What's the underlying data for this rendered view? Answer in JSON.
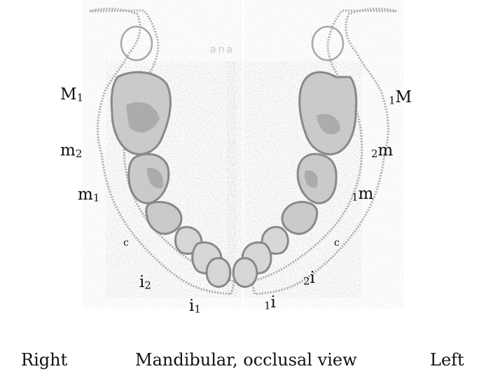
{
  "labels": {
    "right": {
      "M1": {
        "base": "M",
        "num": "1"
      },
      "m2": {
        "base": "m",
        "num": "2"
      },
      "m1": {
        "base": "m",
        "num": "1"
      },
      "c": "c",
      "i2": {
        "base": "i",
        "num": "2"
      },
      "i1": {
        "base": "i",
        "num": "1"
      }
    },
    "left": {
      "M1": {
        "base": "M",
        "num": "1"
      },
      "m2": {
        "base": "m",
        "num": "2"
      },
      "m1": {
        "base": "m",
        "num": "1"
      },
      "c": "c",
      "i2": {
        "base": "i",
        "num": "2"
      },
      "i1": {
        "base": "i",
        "num": "1"
      }
    },
    "scan_text": "ana"
  },
  "caption": {
    "right": "Right",
    "center": "Mandibular, occlusal view",
    "left": "Left"
  },
  "colors": {
    "tooth_outline": "#9a9a9a",
    "tooth_fill": "#d4d4d4",
    "tooth_shade": "#b8b8b8",
    "text": "#111111"
  }
}
